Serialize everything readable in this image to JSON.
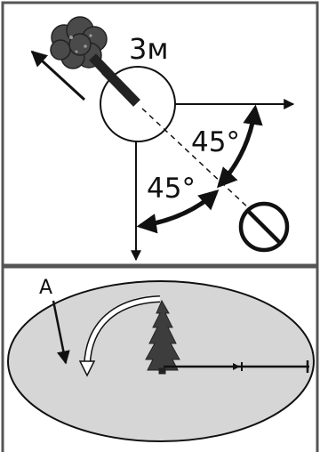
{
  "top_panel": {
    "distance_label": "3м",
    "angle_upper": "45°",
    "angle_lower": "45°"
  },
  "bottom_panel": {
    "point_label": "A"
  },
  "colors": {
    "ink": "#111111",
    "panel_border": "#555555",
    "ellipse_fill": "#d6d6d6",
    "smoke": "#4a4a4a",
    "tree": "#3d3d3d"
  }
}
